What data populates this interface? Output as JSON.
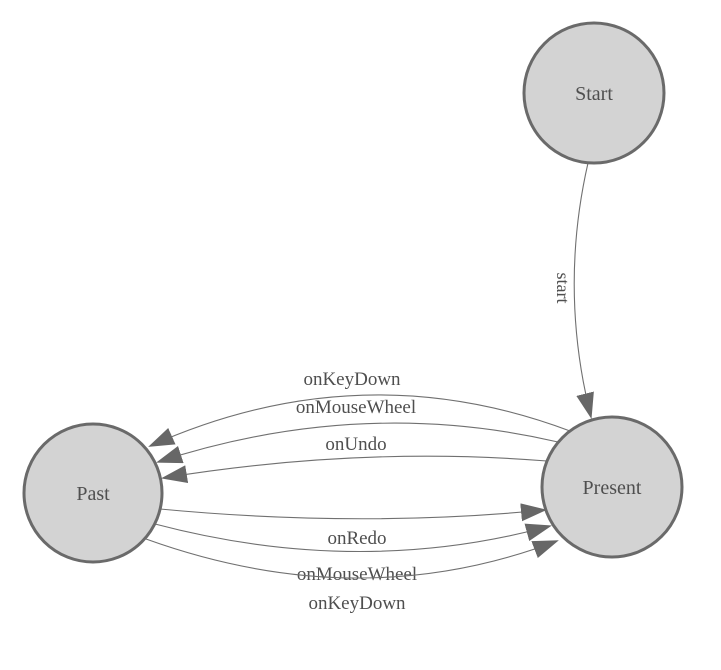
{
  "diagram": {
    "kind": "state-machine-diagram",
    "colors": {
      "background": "#ffffff",
      "node_fill": "#d3d3d3",
      "node_stroke": "#6a6a6a",
      "edge_line": "#707070",
      "arrowhead": "#676767",
      "label_text": "#4f4f4f"
    },
    "nodes": [
      {
        "id": "start",
        "label": "Start"
      },
      {
        "id": "past",
        "label": "Past"
      },
      {
        "id": "present",
        "label": "Present"
      }
    ],
    "edges": [
      {
        "from": "start",
        "to": "present",
        "label": "start"
      },
      {
        "from": "present",
        "to": "past",
        "label": "onKeyDown"
      },
      {
        "from": "present",
        "to": "past",
        "label": "onMouseWheel"
      },
      {
        "from": "present",
        "to": "past",
        "label": "onUndo"
      },
      {
        "from": "past",
        "to": "present",
        "label": "onRedo"
      },
      {
        "from": "past",
        "to": "present",
        "label": "onMouseWheel"
      },
      {
        "from": "past",
        "to": "present",
        "label": "onKeyDown"
      }
    ]
  }
}
